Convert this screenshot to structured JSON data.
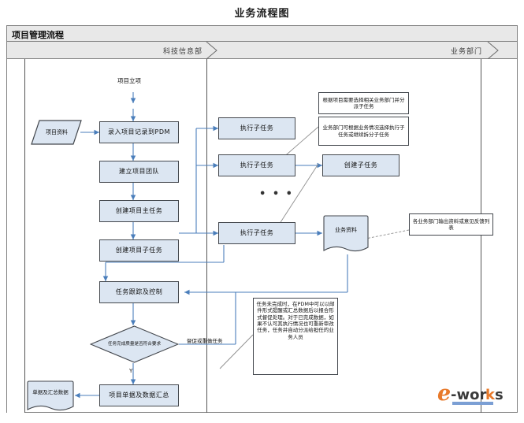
{
  "page": {
    "title": "业务流程图"
  },
  "diagram": {
    "band_title": "项目管理流程",
    "lanes": [
      {
        "label": "科技信息部"
      },
      {
        "label": "业务部门"
      }
    ],
    "nodes": {
      "start_label": "项目立项",
      "data_in": "项目资料",
      "enter_pdm": "录入项目记录到PDM",
      "build_team": "建立项目团队",
      "create_main_task": "创建项目主任务",
      "create_sub_task": "创建项目子任务",
      "exec_sub_task_1": "执行子任务",
      "exec_sub_task_2": "执行子任务",
      "exec_sub_task_3": "执行子任务",
      "create_sub_task_right": "创建子任务",
      "business_doc": "业务资料",
      "track_control": "任务跟踪及控制",
      "decision": "任务完成质量是否符合要求",
      "decision_yes": "Y",
      "summary": "项目单据及数据汇总",
      "out_doc": "单据及汇总数据",
      "ellipsis": "• • •"
    },
    "notes": {
      "note_assign": "根据项目需要选择相关业务部门并分派子任务",
      "note_split": "业务部门可根据业务情况选择执行子任务或继续拆分子任务",
      "note_output": "各业务部门输出资料或意见反馈列表",
      "note_big": "任务未完成时，在PDM中可以以邮件形式提醒或汇总数据后以报合形式督促处理。对于已完成数据，如果不认可其执行情况也可重新审改任务，任务并自动分派给担任的业务人员"
    },
    "edge_labels": {
      "rework": "督促或重做任务"
    },
    "colors": {
      "shape_fill": "#dce6f2",
      "shape_stroke": "#43474d",
      "arrow": "#4a7ebb",
      "band_bg": "#e8e8e8",
      "frame": "#808080"
    }
  },
  "watermark": {
    "brand": "e-works"
  }
}
